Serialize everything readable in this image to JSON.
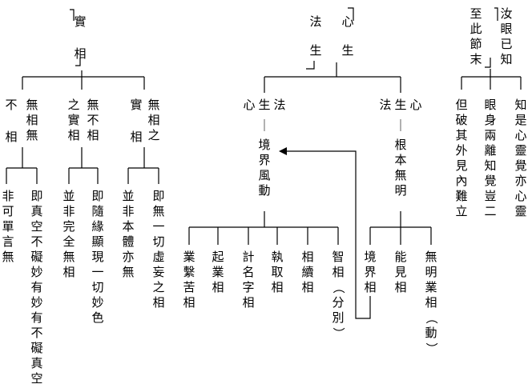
{
  "nodes": {
    "c_gu": "知是心靈覺亦心靈",
    "c_zhan": "眼身兩離知覺豈二",
    "c_dan": "但破其外見內難立",
    "c_zhi_top": "至此節末",
    "c_ru": "汝眼已知",
    "shi": "實",
    "xiang": "相",
    "fa_top": "法",
    "sheng_top1": "生",
    "xin_top": "心",
    "sheng_top2": "生",
    "xsf": "心生法",
    "fsx": "法生心",
    "bu": "不",
    "xiang2": "相",
    "wxw": "無相無",
    "zsx": "之實相",
    "wbx": "無不相",
    "shi2": "實",
    "xiang3": "相",
    "wxz": "無相之",
    "dash_left": "｜",
    "dash_right": "｜",
    "jjfd": "境界風動",
    "gbwm": "根本無明",
    "fkdyw": "非可單言無",
    "jzk": "即真空不礙妙有妙有不礙真空",
    "bfwqwx": "並非完全無相",
    "jsy": "即隨緣顯現一切妙色",
    "bfbtyw": "並非本體亦無",
    "jwyq": "即無一切虛妄之相",
    "yxkx": "業繫苦相",
    "qyx": "起業相",
    "jmzx": "計名字相",
    "zqx": "執取相",
    "xxx": "相續相",
    "zx": "智相（分別）",
    "jjx": "境界相",
    "njx": "能見相",
    "wmyx": "無明業相（動）"
  }
}
